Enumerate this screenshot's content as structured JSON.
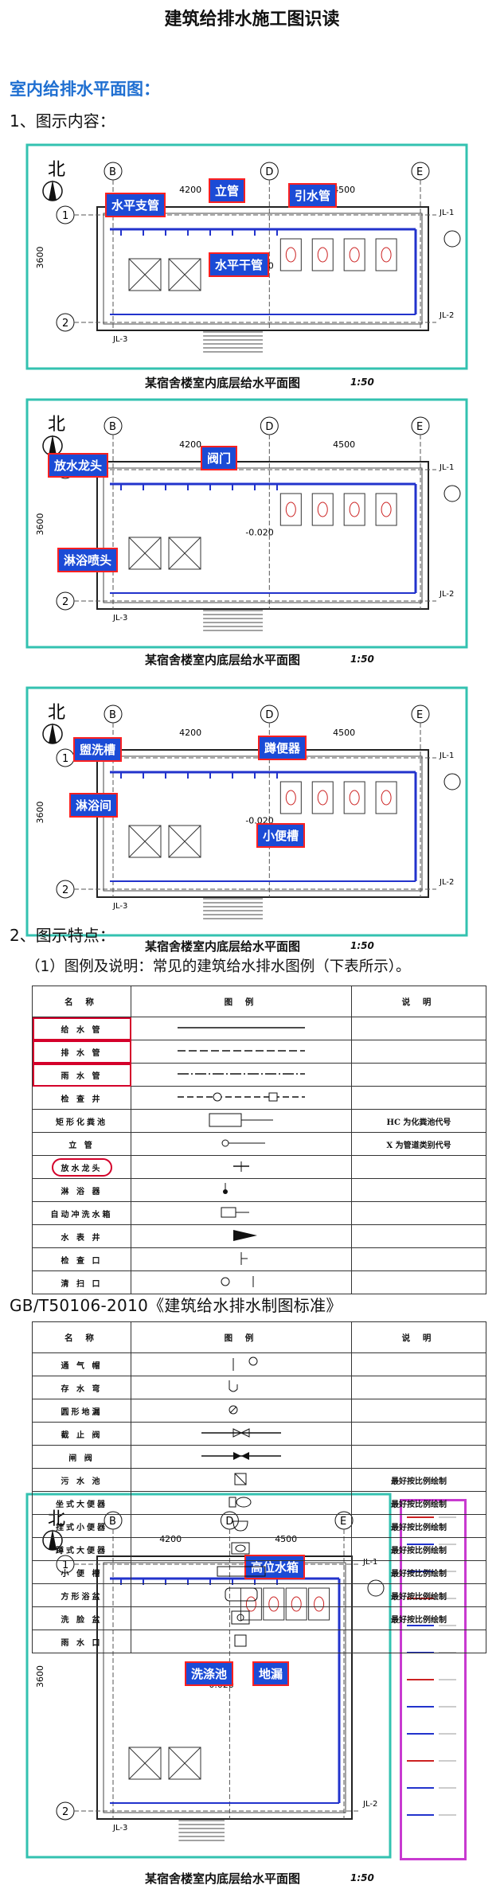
{
  "title": "建筑给排水施工图识读",
  "section": "室内给排水平面图：",
  "sub1": "1、图示内容：",
  "plans": [
    {
      "caption": "某宿舍楼室内底层给水平面图",
      "scale": "1:50",
      "north": "北",
      "dims": [
        "4200",
        "4500",
        "3600"
      ],
      "axes": [
        "B",
        "D",
        "E",
        "1",
        "2"
      ],
      "elev": "-0.020",
      "pipes": [
        "JL-1",
        "JL-2",
        "JL-3"
      ],
      "callouts": [
        "水平支管",
        "立管",
        "引水管",
        "水平干管"
      ]
    },
    {
      "caption": "某宿舍楼室内底层给水平面图",
      "scale": "1:50",
      "north": "北",
      "dims": [
        "4200",
        "4500",
        "3600"
      ],
      "axes": [
        "B",
        "D",
        "E",
        "1",
        "2"
      ],
      "elev": "-0.020",
      "pipes": [
        "JL-1",
        "JL-2",
        "JL-3"
      ],
      "callouts": [
        "放水龙头",
        "阀门",
        "淋浴喷头"
      ]
    },
    {
      "caption": "某宿舍楼室内底层给水平面图",
      "scale": "1:50",
      "north": "北",
      "dims": [
        "4200",
        "4500",
        "3600"
      ],
      "axes": [
        "B",
        "D",
        "E",
        "1",
        "2"
      ],
      "elev": "-0.020",
      "pipes": [
        "JL-1",
        "JL-2",
        "JL-3"
      ],
      "callouts": [
        "盥洗槽",
        "蹲便器",
        "淋浴间",
        "小便槽"
      ]
    },
    {
      "caption": "某宿舍楼室内底层给水平面图",
      "scale": "1:50",
      "north": "北",
      "dims": [
        "4200",
        "4500",
        "3600"
      ],
      "axes": [
        "B",
        "D",
        "E",
        "1",
        "2"
      ],
      "elev": "-0.020",
      "pipes": [
        "JL-1",
        "JL-2",
        "JL-3"
      ],
      "callouts": [
        "高位水箱",
        "洗涤池",
        "地漏"
      ]
    }
  ],
  "sub2": "2、图示特点：",
  "desc": "（1）图例及说明：常见的建筑给水排水图例（下表所示）。",
  "legend1": {
    "headers": [
      "名 称",
      "图 例",
      "说 明"
    ],
    "rows": [
      {
        "name": "给 水 管",
        "note": ""
      },
      {
        "name": "排 水 管",
        "note": ""
      },
      {
        "name": "雨 水 管",
        "note": ""
      },
      {
        "name": "检 查 井",
        "note": ""
      },
      {
        "name": "矩形化粪池",
        "note": "HC 为化粪池代号"
      },
      {
        "name": "立 管",
        "note": "X 为管道类别代号"
      },
      {
        "name": "放水龙头",
        "note": ""
      },
      {
        "name": "淋 浴 器",
        "note": ""
      },
      {
        "name": "自动冲洗水箱",
        "note": ""
      },
      {
        "name": "水 表 井",
        "note": ""
      },
      {
        "name": "检 查 口",
        "note": ""
      },
      {
        "name": "清 扫 口",
        "note": ""
      }
    ]
  },
  "standard": "GB/T50106-2010《建筑给水排水制图标准》",
  "legend2": {
    "headers": [
      "名 称",
      "图 例",
      "说 明"
    ],
    "rows": [
      {
        "name": "通 气 帽",
        "note": ""
      },
      {
        "name": "存 水 弯",
        "note": ""
      },
      {
        "name": "圆形地漏",
        "note": ""
      },
      {
        "name": "截 止 阀",
        "note": ""
      },
      {
        "name": "闸 阀",
        "note": ""
      },
      {
        "name": "污 水 池",
        "note": "最好按比例绘制"
      },
      {
        "name": "坐式大便器",
        "note": "最好按比例绘制"
      },
      {
        "name": "挂式小便器",
        "note": "最好按比例绘制"
      },
      {
        "name": "蹲式大便器",
        "note": "最好按比例绘制"
      },
      {
        "name": "小 便 槽",
        "note": "最好按比例绘制"
      },
      {
        "name": "方形浴盆",
        "note": "最好按比例绘制"
      },
      {
        "name": "洗 脸 盆",
        "note": "最好按比例绘制"
      },
      {
        "name": "雨 水 口",
        "note": ""
      }
    ]
  },
  "colors": {
    "accent": "#1f6fd1",
    "callout_bg": "#1b4bd6",
    "callout_border": "#ff2020",
    "frame": "#33c2b0",
    "pipe": "#2233cc"
  }
}
